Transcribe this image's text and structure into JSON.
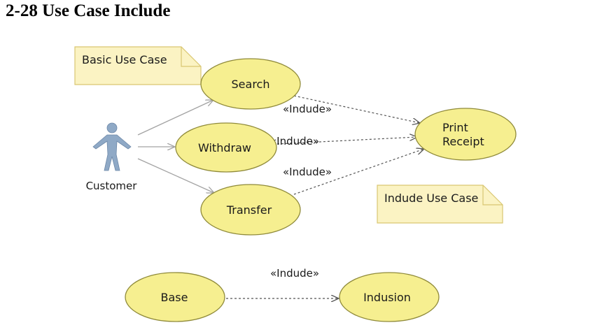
{
  "title": "2-28 Use Case Include",
  "colors": {
    "usecase_fill": "#f6ef90",
    "usecase_stroke": "#8f8a3a",
    "note_fill": "#fbf3c3",
    "note_stroke": "#d9c672",
    "actor_fill": "#8fa9c6",
    "solid_arrow": "#a3a3a3",
    "dashed_arrow": "#555555"
  },
  "actor": {
    "label": "Customer",
    "icon": "stick-figure-icon"
  },
  "use_cases": {
    "search": "Search",
    "withdraw": "Withdraw",
    "transfer": "Transfer",
    "print_receipt_line1": "Print",
    "print_receipt_line2": "Receipt",
    "base": "Base",
    "inclusion": "Indusion"
  },
  "stereotypes": {
    "search_print": "«Indude»",
    "withdraw_print": "«Indude»",
    "transfer_print": "«Indude»",
    "base_inclusion": "«Indude»"
  },
  "notes": {
    "basic": "Basic Use Case",
    "include": "Indude Use Case"
  }
}
